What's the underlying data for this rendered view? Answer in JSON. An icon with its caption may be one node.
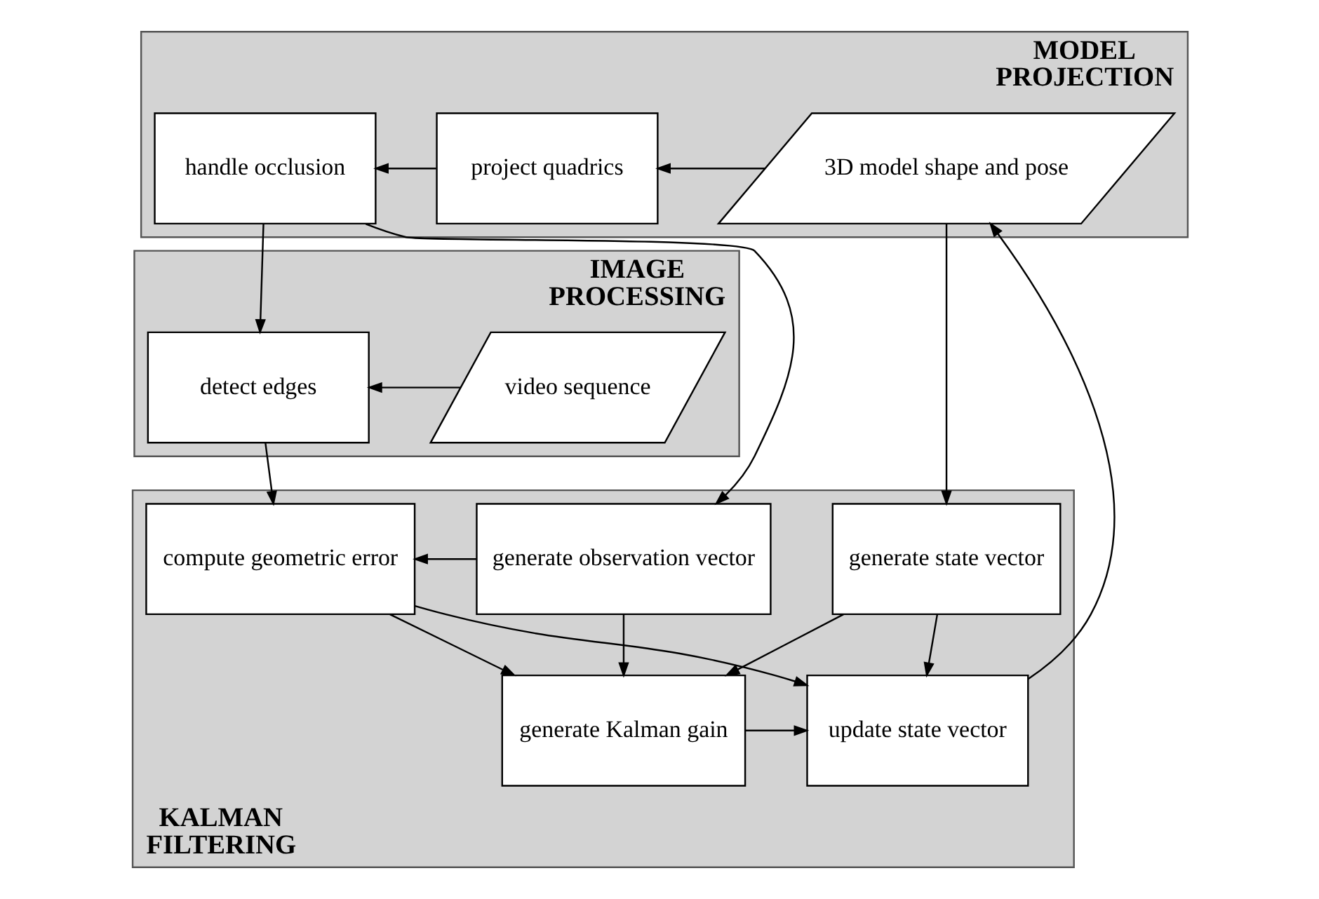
{
  "diagram": {
    "nodes": [
      {
        "text": [
          "MODEL PROJECTION"
        ]
      },
      {
        "text": [
          "handle occlusion"
        ],
        "in": 0
      },
      {
        "text": [
          "project quadrics"
        ],
        "in": 0
      },
      {
        "text": [
          "3D model shape and pose"
        ],
        "in": 0
      },
      {
        "text": [
          "IMAGE PROCESSING"
        ]
      },
      {
        "text": [
          "detect edges"
        ],
        "in": 4
      },
      {
        "text": [
          "video sequence"
        ],
        "in": 4
      },
      {
        "text": [
          "KALMAN FILTERING"
        ]
      },
      {
        "text": [
          "generate observation vector"
        ],
        "in": 7
      },
      {
        "text": [
          "compute geometric error"
        ],
        "in": 7
      },
      {
        "text": [
          "generate state vector"
        ],
        "in": 7
      },
      {
        "text": [
          "generate Kalman gain"
        ],
        "in": 7
      },
      {
        "text": [
          "update state vector"
        ],
        "in": 7
      }
    ],
    "edges": [
      {
        "from": 3,
        "to": 2,
        "arrow": "to"
      },
      {
        "from": 2,
        "to": 1,
        "arrow": "to"
      },
      {
        "from": 1,
        "to": 8,
        "arrow": "to"
      },
      {
        "from": 1,
        "to": 5,
        "arrow": "to"
      },
      {
        "from": 6,
        "to": 5,
        "arrow": "to"
      },
      {
        "from": 5,
        "to": 9,
        "arrow": "to"
      },
      {
        "from": 8,
        "to": 9,
        "arrow": "to"
      },
      {
        "from": 8,
        "to": 11,
        "arrow": "to"
      },
      {
        "from": 9,
        "to": 11,
        "arrow": "to"
      },
      {
        "from": 9,
        "to": 12,
        "arrow": "to"
      },
      {
        "from": 10,
        "to": 12,
        "arrow": "to"
      },
      {
        "from": 10,
        "to": 11,
        "arrow": "to"
      },
      {
        "from": 11,
        "to": 12,
        "arrow": "to"
      },
      {
        "from": 3,
        "to": 10,
        "arrow": "to"
      },
      {
        "from": 12,
        "to": 3,
        "arrow": "to"
      }
    ]
  }
}
